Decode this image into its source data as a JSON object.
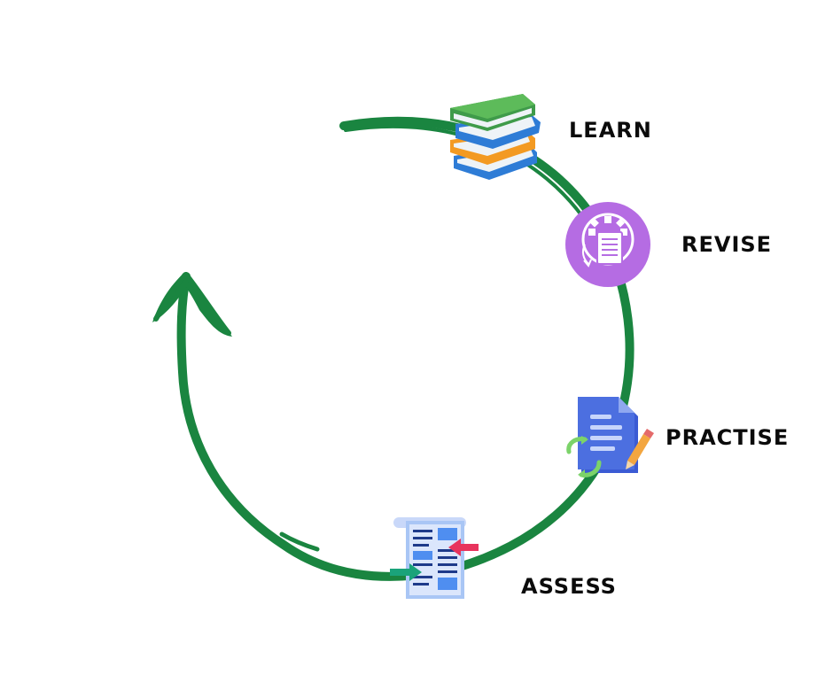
{
  "diagram": {
    "type": "cycle",
    "colors": {
      "cycle_arrow": "#1a8540",
      "revise_badge": "#b56ce3",
      "book_green": "#5dbb5a",
      "book_blue": "#2e7cd6",
      "book_orange": "#f39a22",
      "document_blue": "#4c6fe0",
      "assess_sheet": "#a9c6f5",
      "assess_red_arrow": "#e8335d",
      "assess_green_arrow": "#1aa37a"
    },
    "stages": [
      {
        "label": "LEARN",
        "icon": "books-icon"
      },
      {
        "label": "REVISE",
        "icon": "gear-document-icon"
      },
      {
        "label": "PRACTISE",
        "icon": "document-pencil-icon"
      },
      {
        "label": "ASSESS",
        "icon": "checklist-scroll-icon"
      }
    ]
  }
}
